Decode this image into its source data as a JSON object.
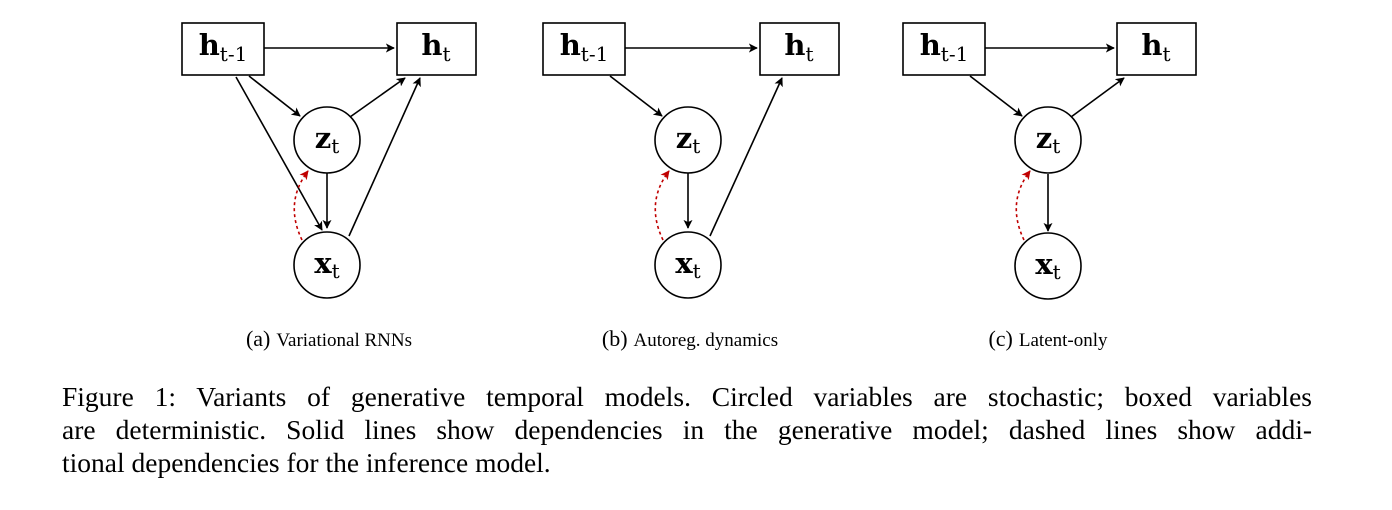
{
  "panels": [
    {
      "id": "a",
      "letter": "(a)",
      "title": "Variational RNNs",
      "nodes": {
        "h_prev": {
          "base": "h",
          "sub": "t-1"
        },
        "h_t": {
          "base": "h",
          "sub": "t"
        },
        "z_t": {
          "base": "z",
          "sub": "t"
        },
        "x_t": {
          "base": "x",
          "sub": "t"
        }
      }
    },
    {
      "id": "b",
      "letter": "(b)",
      "title": "Autoreg. dynamics",
      "nodes": {
        "h_prev": {
          "base": "h",
          "sub": "t-1"
        },
        "h_t": {
          "base": "h",
          "sub": "t"
        },
        "z_t": {
          "base": "z",
          "sub": "t"
        },
        "x_t": {
          "base": "x",
          "sub": "t"
        }
      }
    },
    {
      "id": "c",
      "letter": "(c)",
      "title": "Latent-only",
      "nodes": {
        "h_prev": {
          "base": "h",
          "sub": "t-1"
        },
        "h_t": {
          "base": "h",
          "sub": "t"
        },
        "z_t": {
          "base": "z",
          "sub": "t"
        },
        "x_t": {
          "base": "x",
          "sub": "t"
        }
      }
    }
  ],
  "caption": {
    "lines": [
      "Figure 1: Variants of generative temporal models. Circled variables are stochastic; boxed variables",
      "are deterministic. Solid lines show dependencies in the generative model; dashed lines show addi-",
      "tional dependencies for the inference model."
    ]
  },
  "colors": {
    "solid_edge": "#000000",
    "dashed_edge": "#c00000"
  }
}
